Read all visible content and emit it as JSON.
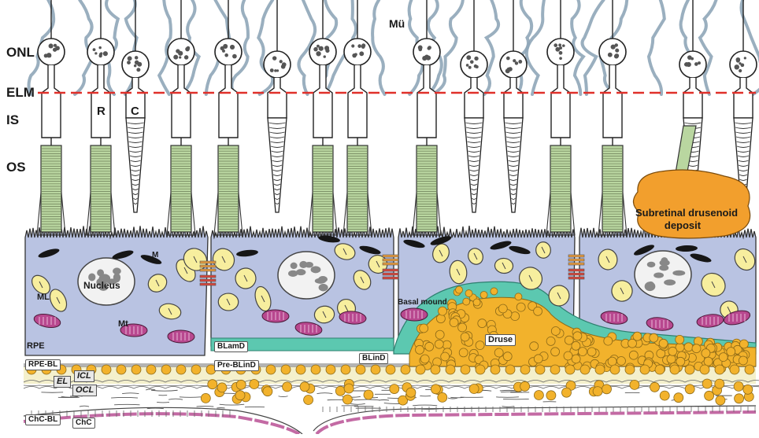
{
  "labels": {
    "layers": {
      "onl": "ONL",
      "elm": "ELM",
      "is": "IS",
      "os": "OS",
      "rpe": "RPE",
      "rpe_bl": "RPE-BL",
      "chc_bl": "ChC-BL",
      "chc": "ChC",
      "el": "EL",
      "icl": "ICL",
      "ocl": "OCL"
    },
    "cells": {
      "mu": "Mü",
      "rod": "R",
      "cone": "C",
      "melanosome": "M",
      "nucleus": "Nucleus",
      "ml": "ML",
      "mt": "Mt"
    },
    "deposits": {
      "blamd": "BLamD",
      "pre_blind": "Pre-BLinD",
      "blind": "BLinD",
      "druse": "Druse",
      "basal_mound": "Basal mound",
      "sdd_line1": "Subretinal drusenoid",
      "sdd_line2": "deposit"
    }
  },
  "colors": {
    "muller": "#8fa6b8",
    "elm_line": "#e0302a",
    "rpe_cytoplasm": "#b9c3e2",
    "outer_segment": "#b9d6a0",
    "lipid_droplet": "#f7ee9e",
    "lipoprotein": "#f2b22c",
    "mitochondria": "#b8488f",
    "drusen_cap": "#5cc8b0",
    "sdd": "#f29f2d",
    "bruch_band": "#f4f0cc",
    "choriocapillaris": "#c36aa4",
    "junction_orange": "#e79a3c",
    "junction_red": "#d8453b"
  }
}
